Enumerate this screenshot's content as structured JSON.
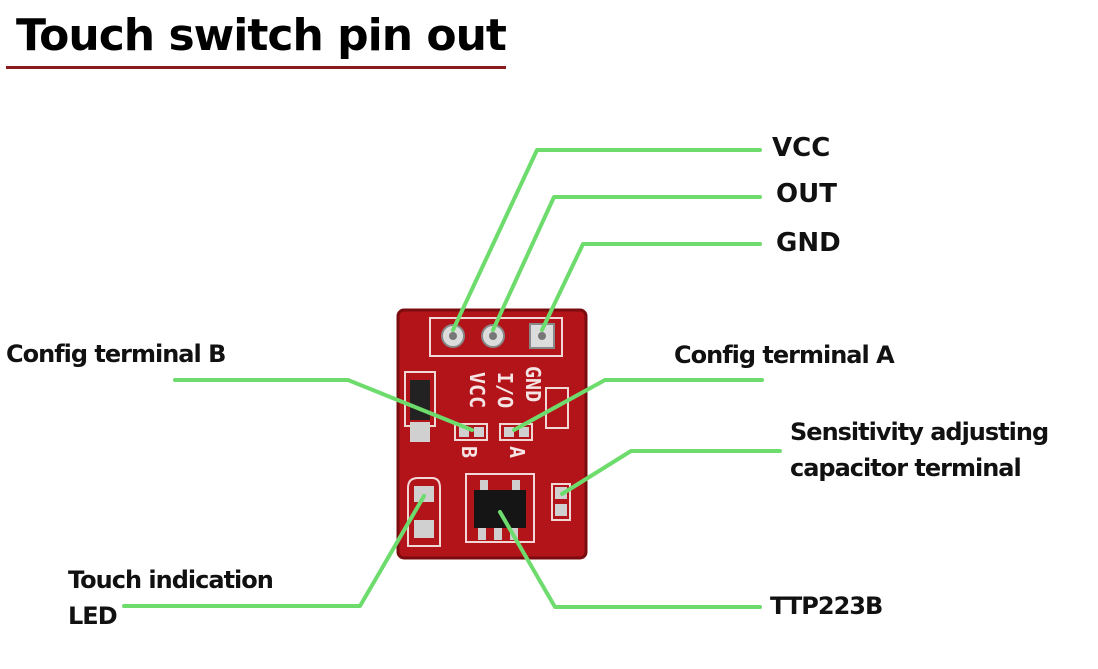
{
  "title": "Touch switch pin out",
  "labels": {
    "vcc": "VCC",
    "out": "OUT",
    "gnd": "GND",
    "config_b": "Config terminal B",
    "config_a": "Config terminal A",
    "sensitivity_line1": "Sensitivity adjusting",
    "sensitivity_line2": "capacitor terminal",
    "led_line1": "Touch indication",
    "led_line2": "LED",
    "chip": "TTP223B"
  },
  "board_text": {
    "vcc": "VCC",
    "io": "I/O",
    "gnd": "GND",
    "b": "B",
    "a": "A"
  },
  "colors": {
    "leader_line": "#6ddc6d",
    "board": "#b3141a",
    "title_underline": "#8b1a1a",
    "pad": "#d8d8d8",
    "chip": "#151515"
  }
}
